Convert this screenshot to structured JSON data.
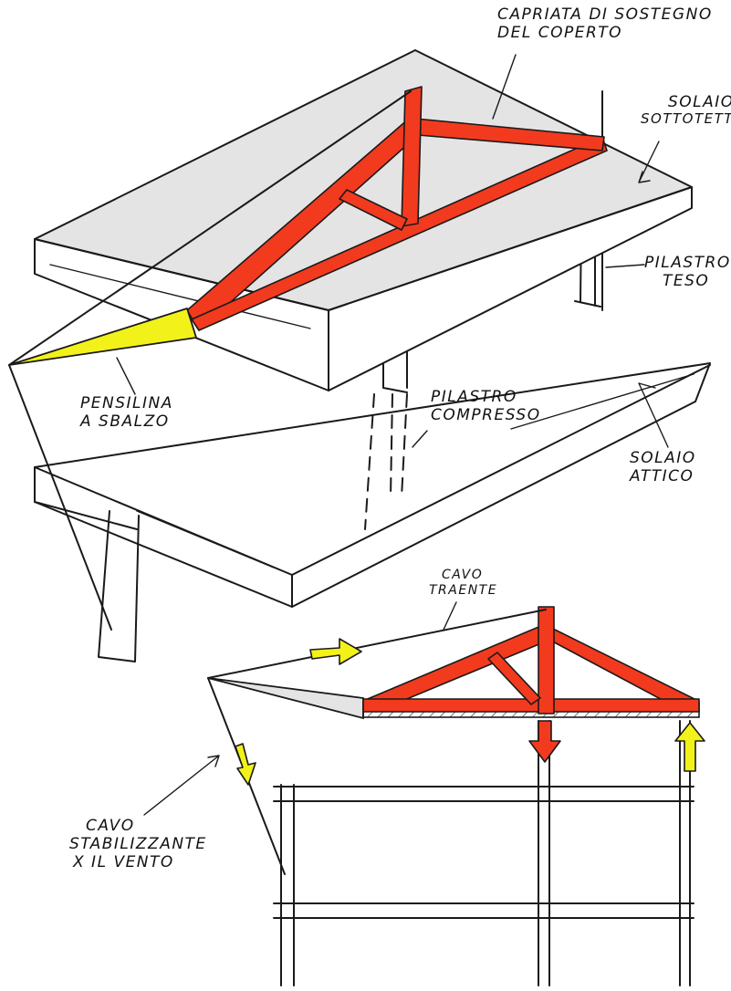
{
  "colors": {
    "truss": "#f23a1e",
    "canopy": "#f2f21a",
    "slab": "#e4e4e4",
    "load_down": "#f23a1e",
    "load_up": "#f2f21a",
    "ink": "#1a1a1a"
  },
  "labels": {
    "truss_line1": "CAPRIATA DI SOSTEGNO",
    "truss_line2": "DEL COPERTO",
    "roof_slab_line1": "SOLAIO",
    "roof_slab_line2": "SOTTOTETTI",
    "tie_column_line1": "PILASTRO",
    "tie_column_line2": "TESO",
    "canopy_line1": "PENSILINA",
    "canopy_line2": "A SBALZO",
    "compressed_column_line1": "PILASTRO",
    "compressed_column_line2": "COMPRESSO",
    "attic_slab_line1": "SOLAIO",
    "attic_slab_line2": "ATTICO",
    "pull_cable_line1": "CAVO",
    "pull_cable_line2": "TRAENTE",
    "wind_cable_line1": "CAVO",
    "wind_cable_line2": "STABILIZZANTE",
    "wind_cable_line3": "X IL VENTO"
  }
}
